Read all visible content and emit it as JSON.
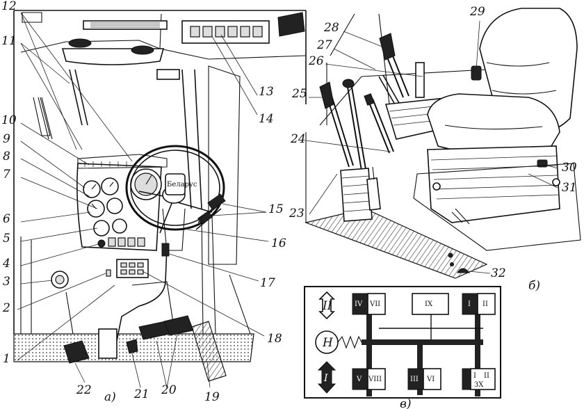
{
  "labels": {
    "n1": "1",
    "n2": "2",
    "n3": "3",
    "n4": "4",
    "n5": "5",
    "n6": "6",
    "n7": "7",
    "n8": "8",
    "n9": "9",
    "n10": "10",
    "n11": "11",
    "n12": "12",
    "n13": "13",
    "n14": "14",
    "n15": "15",
    "n16": "16",
    "n17": "17",
    "n18": "18",
    "n19": "19",
    "n20": "20",
    "n21": "21",
    "n22": "22",
    "n23": "23",
    "n24": "24",
    "n25": "25",
    "n26": "26",
    "n27": "27",
    "n28": "28",
    "n29": "29",
    "n30": "30",
    "n31": "31",
    "n32": "32"
  },
  "captions": {
    "a": "а)",
    "b": "б)",
    "v": "в)"
  },
  "badge": "Беларус",
  "gear": {
    "range_high": "II",
    "range_low": "I",
    "neutral": "Н",
    "g_iv_vii": [
      "IV",
      "VII"
    ],
    "g_ix": "IX",
    "g_i_ii_top": [
      "I",
      "II"
    ],
    "g_v_viii": [
      "V",
      "VIII"
    ],
    "g_iii_vi": [
      "III",
      "VI"
    ],
    "g_i_ii_bottom": [
      "I",
      "II"
    ],
    "rev": "ЗХ"
  }
}
